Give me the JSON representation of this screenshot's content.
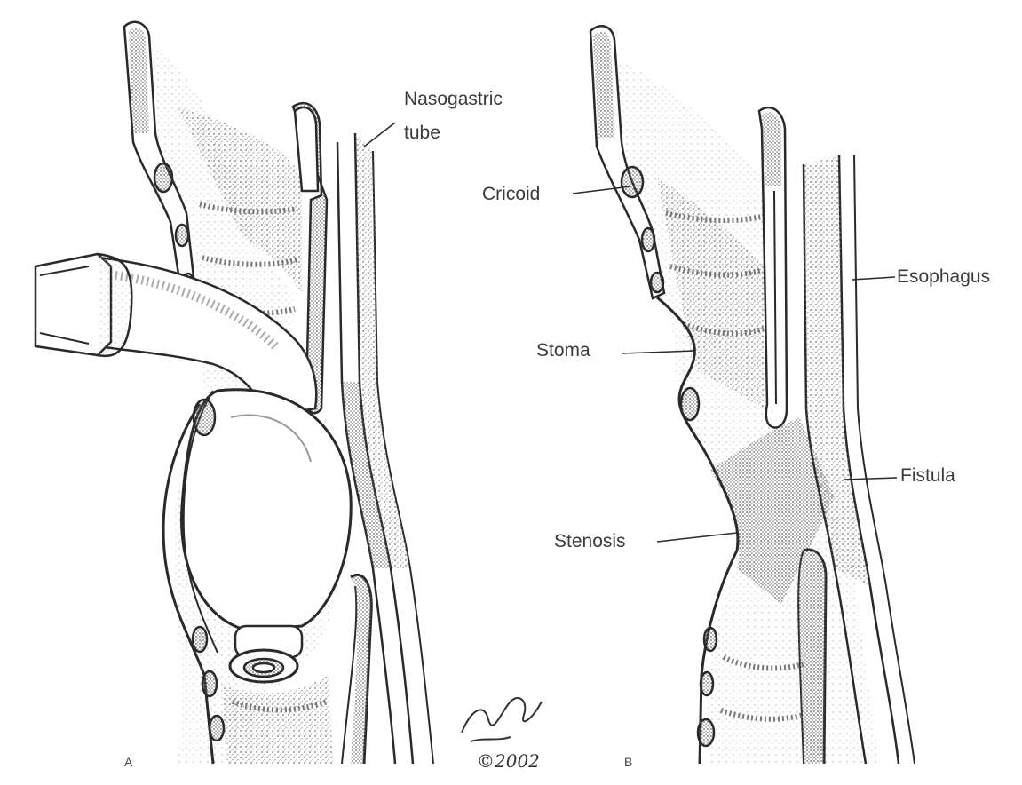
{
  "panels": [
    {
      "letter": "A",
      "labels": {
        "nasogastric_tube": [
          "Nasogastric",
          "tube"
        ]
      }
    },
    {
      "letter": "B",
      "labels": {
        "cricoid": "Cricoid",
        "esophagus": "Esophagus",
        "stoma": "Stoma",
        "fistula": "Fistula",
        "stenosis": "Stenosis"
      }
    }
  ],
  "signature": {
    "copyright": "©2002"
  },
  "colors": {
    "ink": "#2a2a2a",
    "stipple": "#8a8a8a",
    "background": "#ffffff"
  }
}
